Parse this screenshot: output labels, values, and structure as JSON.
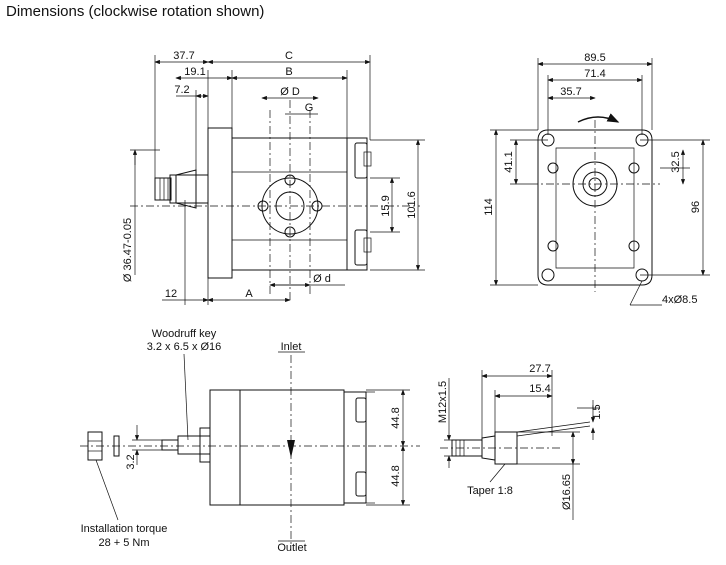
{
  "title": "Dimensions (clockwise rotation shown)",
  "front_view": {
    "dim_37_7": "37.7",
    "dim_C": "C",
    "dim_19_1": "19.1",
    "dim_B": "B",
    "dim_7_2": "7.2",
    "dim_D": "Ø D",
    "dim_G": "G",
    "dim_15_9": "15.9",
    "dim_101_6": "101.6",
    "dim_36_47": "Ø 36.47-0.05",
    "dim_12": "12",
    "dim_A": "A",
    "dim_d": "Ø d"
  },
  "flange_view": {
    "dim_89_5": "89.5",
    "dim_71_4": "71.4",
    "dim_35_7": "35.7",
    "dim_41_1": "41.1",
    "dim_114": "114",
    "dim_32_5": "32.5",
    "dim_96": "96",
    "dim_holes": "4xØ8.5"
  },
  "side_view": {
    "woodruff_key_line1": "Woodruff key",
    "woodruff_key_line2": "3.2 x 6.5 x Ø16",
    "inlet": "Inlet",
    "outlet": "Outlet",
    "dim_44_8_top": "44.8",
    "dim_44_8_bottom": "44.8",
    "dim_3_2": "3.2",
    "installation_torque_line1": "Installation torque",
    "installation_torque_line2": "28 + 5 Nm"
  },
  "shaft_detail": {
    "dim_27_7": "27.7",
    "dim_15_4": "15.4",
    "thread": "M12x1.5",
    "dim_1_5": "1.5",
    "taper": "Taper 1:8",
    "dim_16_65": "Ø16.65"
  }
}
